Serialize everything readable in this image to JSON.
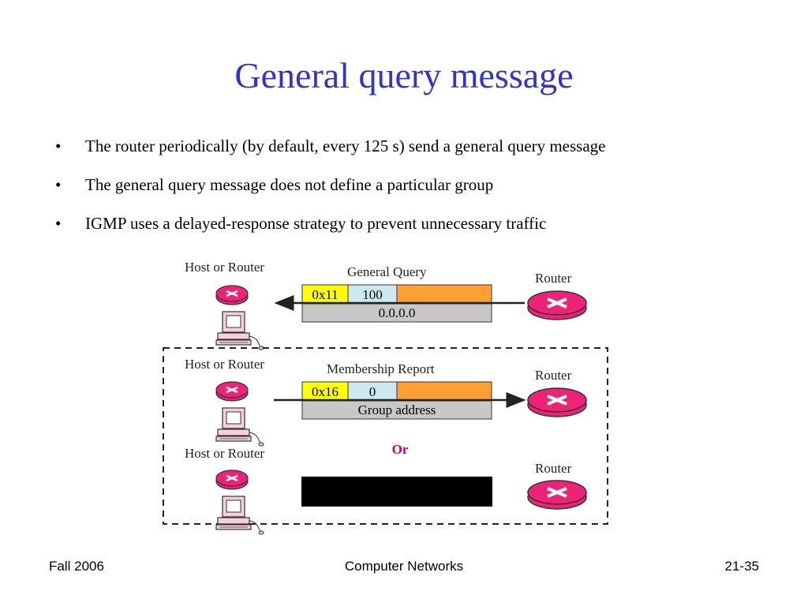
{
  "slide": {
    "title": "General query message",
    "bullets": [
      "The router periodically (by default, every 125 s) send a general query message",
      "The general query message does not define a particular group",
      "IGMP uses a delayed-response strategy to prevent unnecessary traffic"
    ],
    "bullet_symbol": "•"
  },
  "diagram": {
    "general_query": {
      "host_label": "Host or Router",
      "title": "General Query",
      "type_field": "0x11",
      "time_field": "100",
      "address_field": "0.0.0.0",
      "router_label": "Router"
    },
    "membership_report": {
      "host_label": "Host or Router",
      "title": "Membership Report",
      "type_field": "0x16",
      "time_field": "0",
      "address_field": "Group address",
      "router_label": "Router"
    },
    "or_label": "Or",
    "alternative": {
      "host_label": "Host or Router",
      "router_label": "Router"
    },
    "colors": {
      "type_field": "#ffff00",
      "time_field": "#cce8f0",
      "checksum_field": "#ffa033",
      "address_field": "#c8c8c8",
      "router": "#ee2277",
      "or_text": "#cc0066"
    }
  },
  "footer": {
    "left": "Fall 2006",
    "center": "Computer Networks",
    "right": "21-35"
  }
}
